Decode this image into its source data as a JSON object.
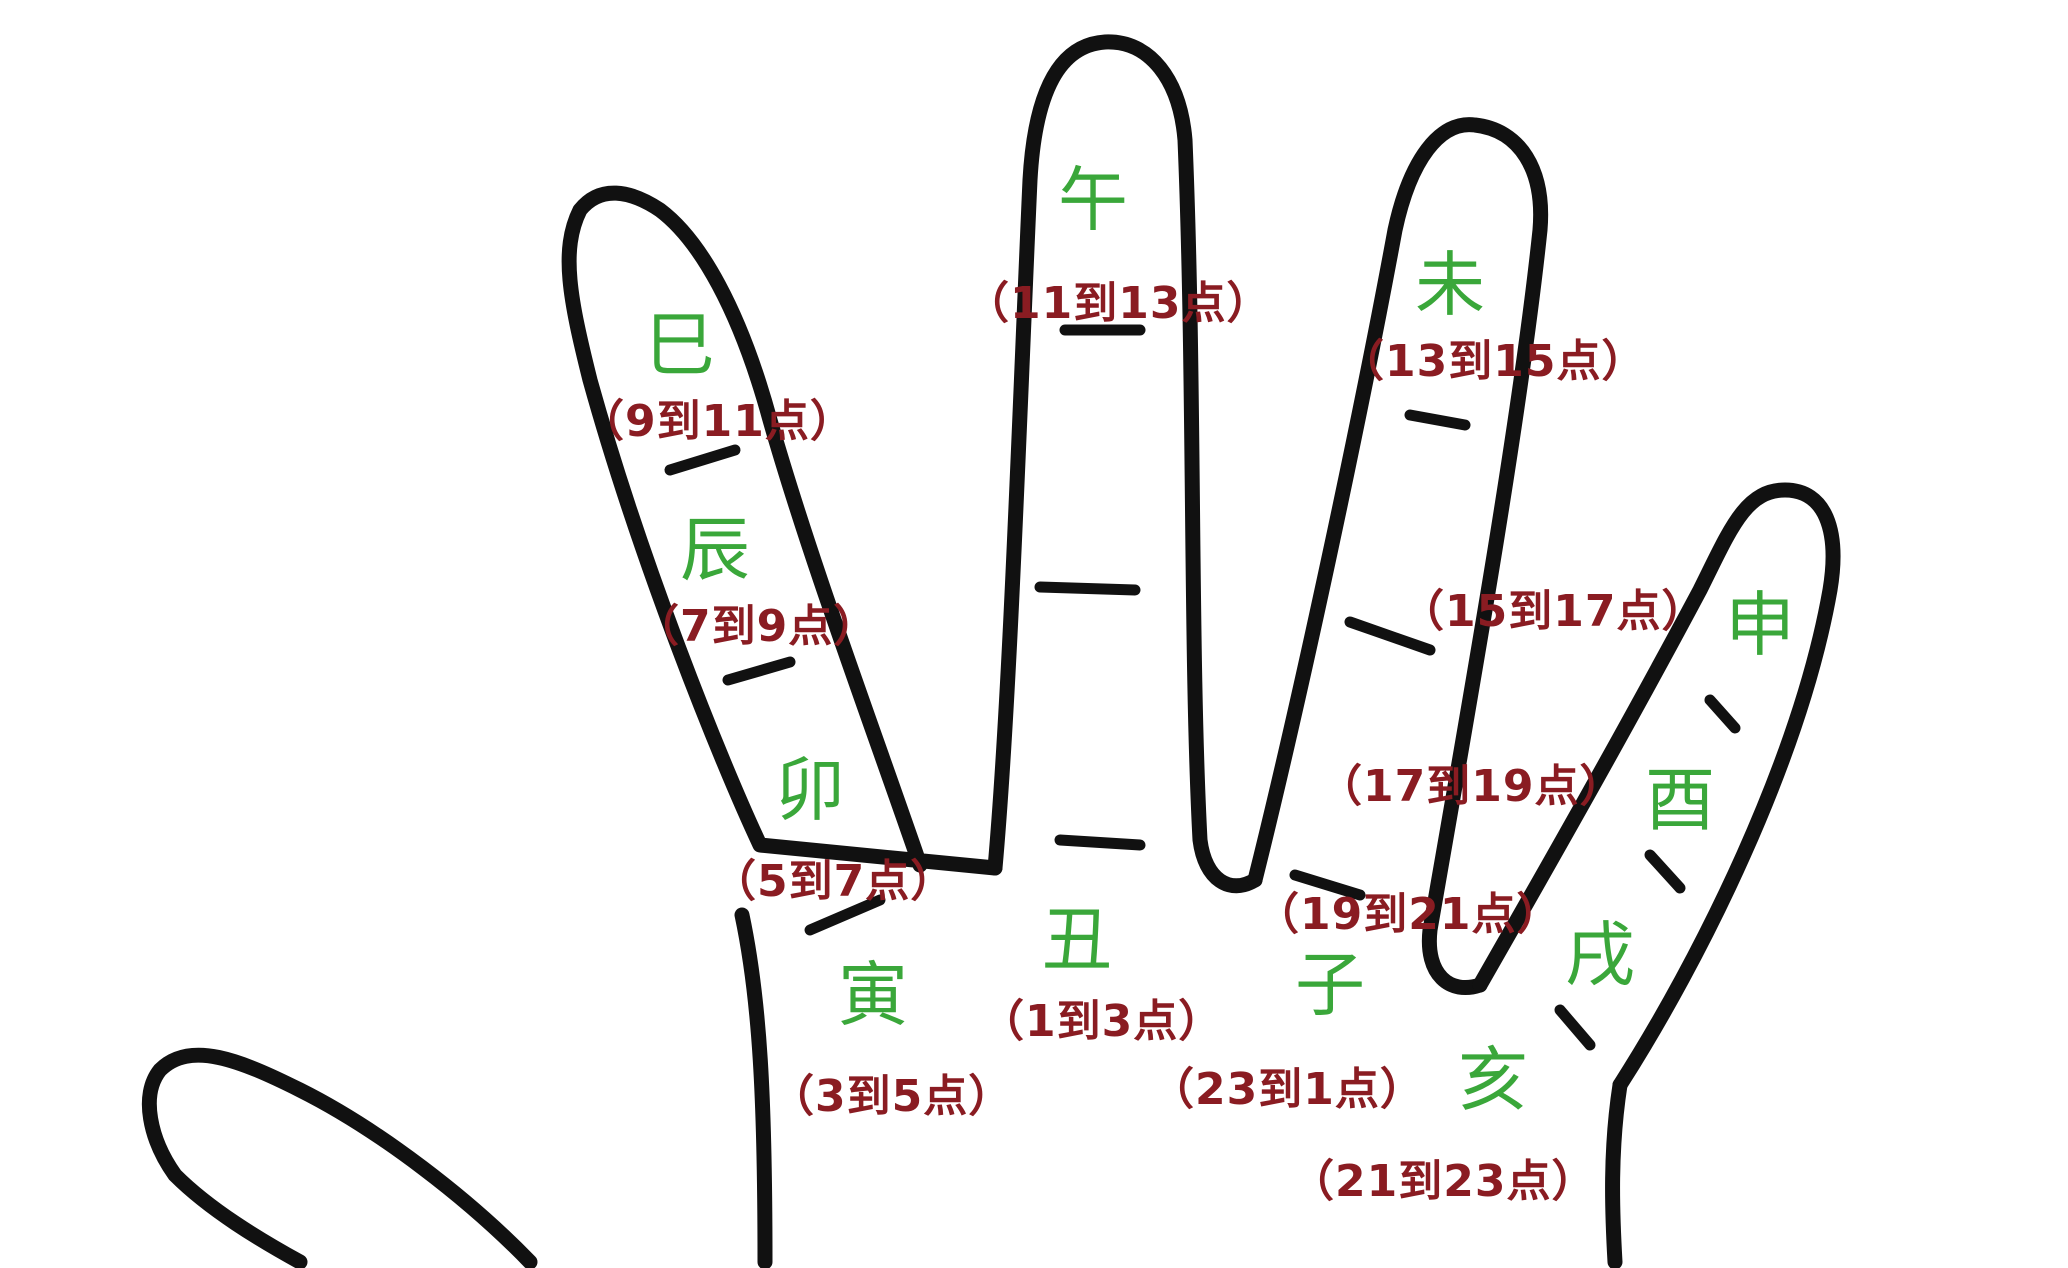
{
  "palette": {
    "outline": "#111111",
    "branch_text": "#3aa73a",
    "hours_text": "#8a1c22",
    "background": "#ffffff"
  },
  "labels": {
    "si": {
      "branch": "巳",
      "hours": "（9到11点）"
    },
    "chen": {
      "branch": "辰",
      "hours": "（7到9点）"
    },
    "mao": {
      "branch": "卯",
      "hours": "（5到7点）"
    },
    "yin": {
      "branch": "寅",
      "hours": "（3到5点）"
    },
    "wu": {
      "branch": "午",
      "hours": "（11到13点）"
    },
    "chou": {
      "branch": "丑",
      "hours": "（1到3点）"
    },
    "wei": {
      "branch": "未",
      "hours": "（13到15点）"
    },
    "shen": {
      "branch": "申",
      "hours": "（15到17点）"
    },
    "you": {
      "branch": "酉",
      "hours": "（17到19点）"
    },
    "zi": {
      "branch": "子",
      "hours": "（23到1点）"
    },
    "xu": {
      "branch": "戌",
      "hours": "（19到21点）"
    },
    "hai": {
      "branch": "亥",
      "hours": "（21到23点）"
    }
  }
}
